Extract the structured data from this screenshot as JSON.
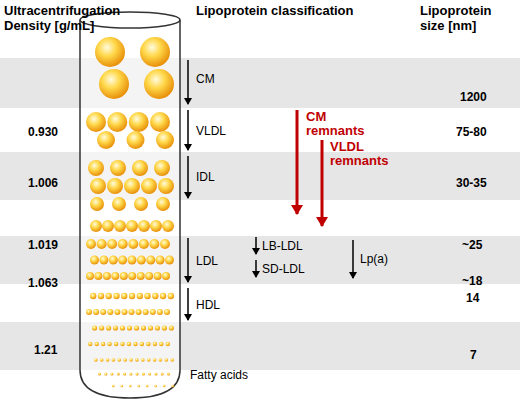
{
  "diagram": {
    "labels": [
      "Ultracentrifugation Density [g/mL]",
      "Lipoprotein classification",
      "Lipoprotein size [nm]",
      "0.930",
      "1.006",
      "1.019",
      "1.063",
      "1.21",
      "CM",
      "VLDL",
      "IDL",
      "LDL",
      "HDL",
      "Fatty acids",
      "1200",
      "75-80",
      "30-35",
      "~25",
      "~18",
      "14",
      "7",
      "CM remnants",
      "VLDL remnants",
      "LB-LDL",
      "SD-LDL",
      "Lp(a)"
    ]
  }
}
